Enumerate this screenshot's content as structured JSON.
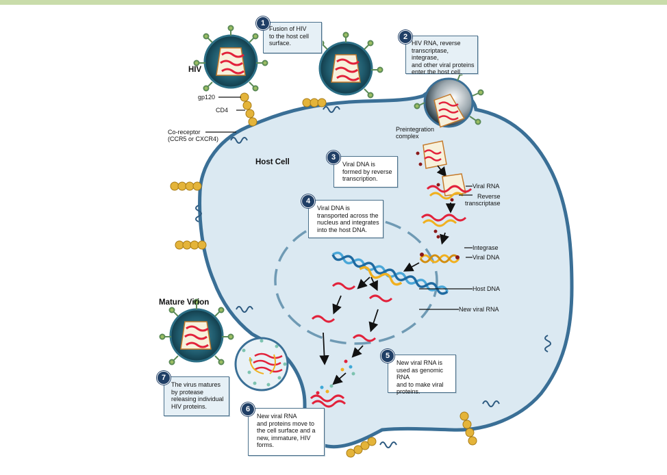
{
  "colors": {
    "top_bar": "#c9dcaa",
    "cytoplasm": "#dbe9f2",
    "membrane": "#3a6f96",
    "rna": "#e2223b",
    "dna_yellow": "#f0b020",
    "dna_blue": "#4aa7d8",
    "receptor": "#e4b43a",
    "badge": "#203f66"
  },
  "labels": {
    "hiv": "HIV",
    "gp120": "gp120",
    "cd4": "CD4",
    "co_receptor": "Co-receptor\n(CCR5 or CXCR4)",
    "host_cell": "Host Cell",
    "preintegration": "Preintegration\ncomplex",
    "viral_rna": "Viral RNA",
    "reverse_transcriptase": "Reverse\ntranscriptase",
    "integrase": "Integrase",
    "viral_dna": "Viral DNA",
    "host_dna": "Host DNA",
    "new_viral_rna": "New viral RNA",
    "mature_virion": "Mature Virion"
  },
  "steps": [
    {
      "number": "1",
      "text": "Fusion of  HIV\nto the host cell\nsurface."
    },
    {
      "number": "2",
      "text": "HIV RNA, reverse\ntranscriptase, integrase,\nand other viral proteins\nenter the host cell."
    },
    {
      "number": "3",
      "text": "Viral DNA is\nformed by reverse\ntranscription."
    },
    {
      "number": "4",
      "text": "Viral DNA is\ntransported across the\nnucleus and integrates\ninto the host DNA."
    },
    {
      "number": "5",
      "text": "New viral RNA is\nused as genomic RNA\nand to make viral\nproteins."
    },
    {
      "number": "6",
      "text": "New viral RNA\nand proteins move to\nthe cell surface and a\nnew, immature, HIV\nforms."
    },
    {
      "number": "7",
      "text": "The virus matures\nby protease\nreleasing individual\nHIV proteins."
    }
  ]
}
